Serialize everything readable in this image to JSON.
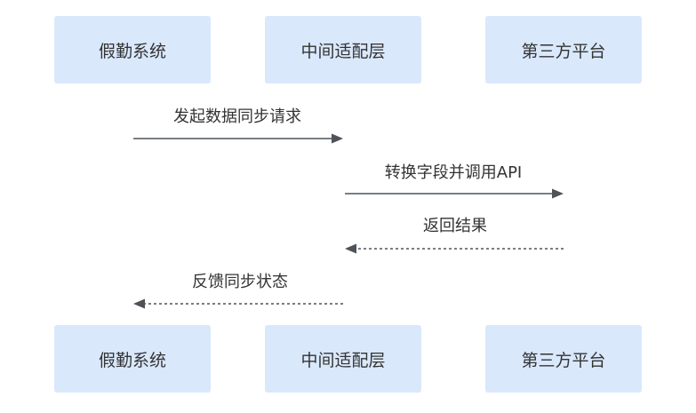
{
  "actors_top": [
    {
      "label": "假勤系统"
    },
    {
      "label": "中间适配层"
    },
    {
      "label": "第三方平台"
    }
  ],
  "actors_bottom": [
    {
      "label": "假勤系统"
    },
    {
      "label": "中间适配层"
    },
    {
      "label": "第三方平台"
    }
  ],
  "messages": [
    {
      "label": "发起数据同步请求",
      "from": 0,
      "to": 1,
      "style": "solid"
    },
    {
      "label": "转换字段并调用API",
      "from": 1,
      "to": 2,
      "style": "solid"
    },
    {
      "label": "返回结果",
      "from": 2,
      "to": 1,
      "style": "dashed"
    },
    {
      "label": "反馈同步状态",
      "from": 1,
      "to": 0,
      "style": "dashed"
    }
  ],
  "colors": {
    "actor_fill": "#dae8fc",
    "line": "#4d5359",
    "text": "#333333"
  }
}
